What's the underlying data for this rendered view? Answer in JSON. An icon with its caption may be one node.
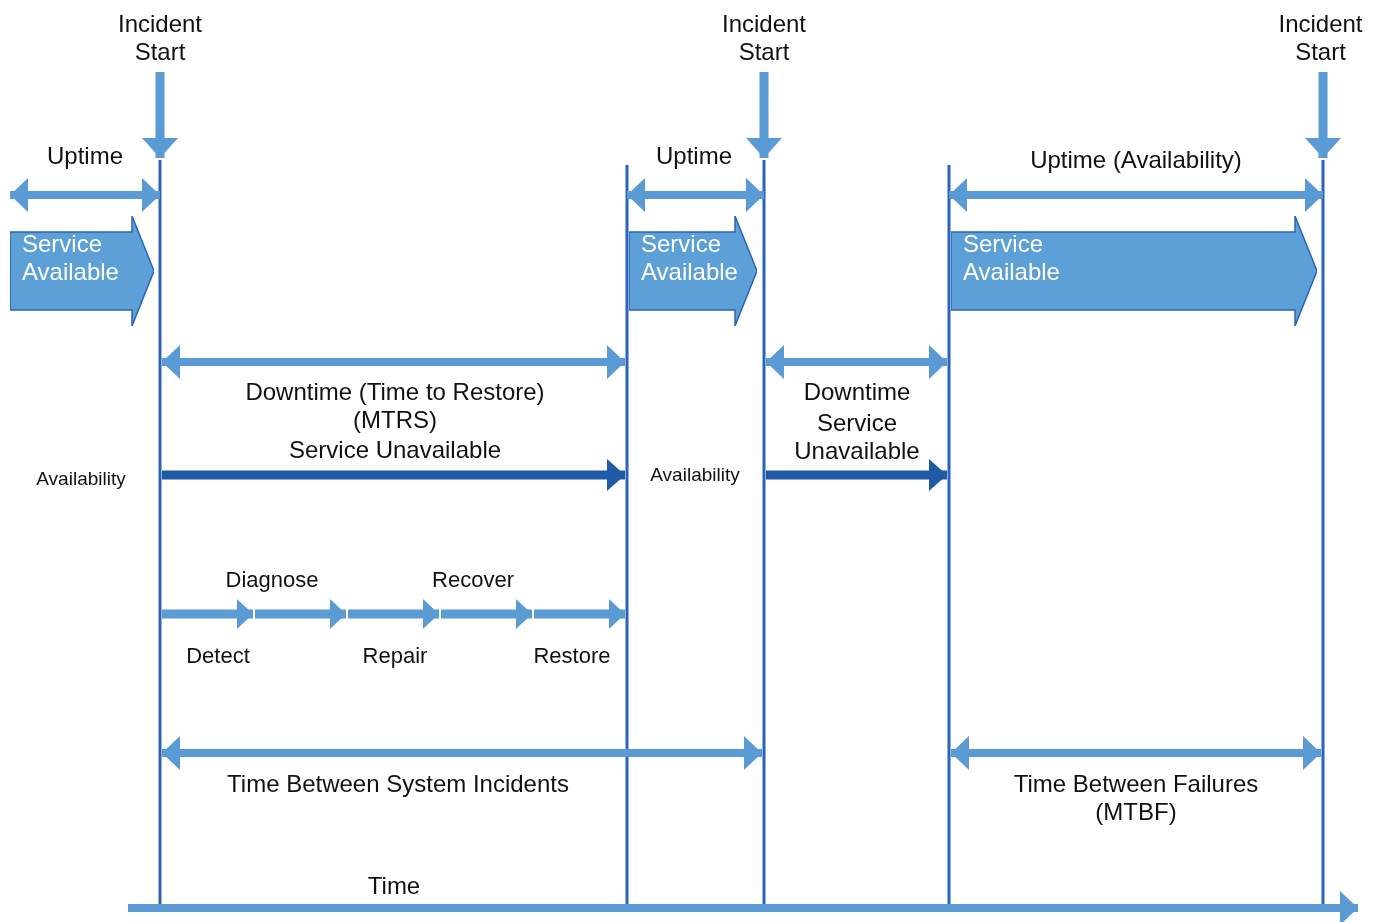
{
  "diagram": {
    "nodes": [
      {
        "text": [
          "Incident Start"
        ]
      },
      {
        "text": [
          "Incident Start"
        ]
      },
      {
        "text": [
          "Incident Start"
        ]
      },
      {
        "text": [
          "Service Available"
        ]
      },
      {
        "text": [
          "Service Available"
        ]
      },
      {
        "text": [
          "Service Available"
        ]
      }
    ],
    "edges": [
      {
        "from": 0,
        "to": null,
        "arrow": "to"
      },
      {
        "from": 1,
        "to": null,
        "arrow": "to"
      },
      {
        "from": 2,
        "to": null,
        "arrow": "to"
      }
    ],
    "labels": [
      "Uptime",
      "Uptime",
      "Uptime (Availability)",
      "Downtime (Time to Restore) (MTRS)",
      "Downtime",
      "Service Unavailable",
      "Service Unavailable",
      "Availability",
      "Availability",
      "Diagnose",
      "Recover",
      "Detect",
      "Repair",
      "Restore",
      "Time Between System Incidents",
      "Time Between Failures (MTBF)",
      "Time"
    ]
  }
}
